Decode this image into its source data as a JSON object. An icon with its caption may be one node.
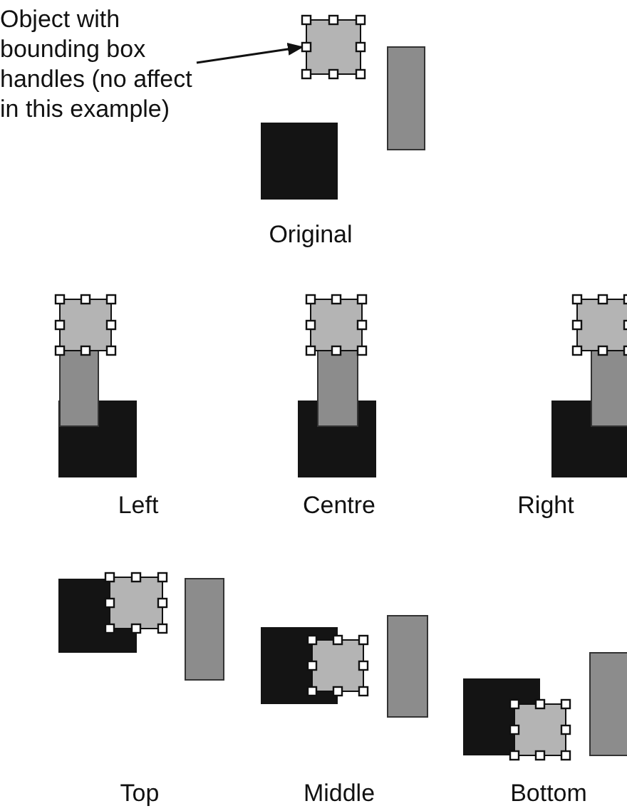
{
  "diagram": {
    "nodes": [
      {
        "text": [
          "Object with bounding box handles (no affect in this example)"
        ]
      },
      {
        "text": [],
        "shape": "box"
      }
    ],
    "edges": [
      {
        "from": 0,
        "to": 1,
        "arrow": "to"
      }
    ],
    "labels": [
      "Original",
      "Left",
      "Centre",
      "Right",
      "Top",
      "Middle",
      "Bottom"
    ]
  }
}
